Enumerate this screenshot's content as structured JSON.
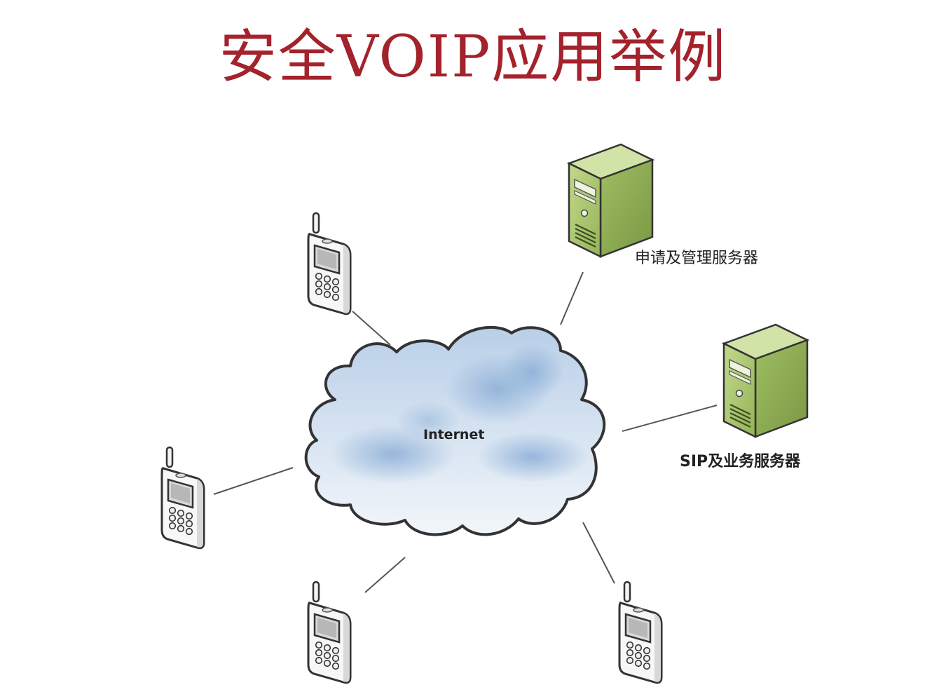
{
  "title": "安全VOIP应用举例",
  "cloud": {
    "label": "Internet",
    "icon": "cloud-icon"
  },
  "servers": [
    {
      "label": "申请及管理服务器",
      "icon": "server-icon"
    },
    {
      "label": "SIP及业务服务器",
      "icon": "server-icon"
    }
  ],
  "phones": [
    {
      "icon": "mobile-phone-icon"
    },
    {
      "icon": "mobile-phone-icon"
    },
    {
      "icon": "mobile-phone-icon"
    },
    {
      "icon": "mobile-phone-icon"
    }
  ],
  "colors": {
    "title": "#a3222c",
    "server_face": "#a9c46e",
    "cloud_fill": "#cfdff0",
    "connector": "#555555"
  }
}
